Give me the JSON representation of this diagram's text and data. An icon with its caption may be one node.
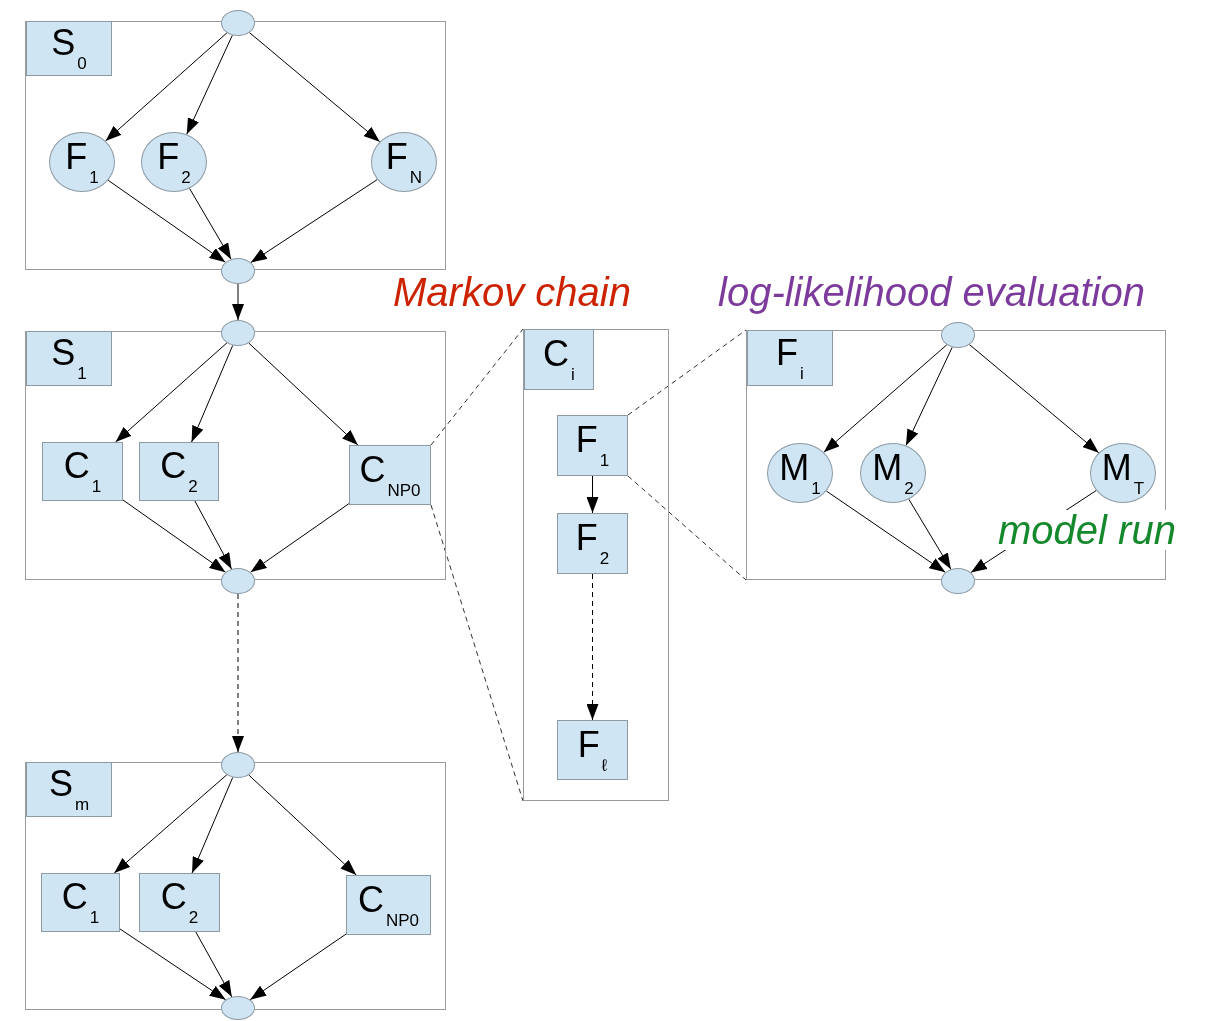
{
  "diagram": {
    "nodes": [
      {
        "text": [],
        "shape": "ellipse"
      },
      {
        "text": [],
        "shape": "box"
      },
      {
        "text": [
          "S$_{0}$"
        ],
        "in": 1
      },
      {
        "text": [
          "F$_{1}$"
        ],
        "in": 1
      },
      {
        "text": [
          "F$_{2}$"
        ],
        "in": 1
      },
      {
        "text": [
          "F$_{N}$"
        ],
        "in": 1
      },
      {
        "text": [],
        "shape": "ellipse"
      },
      {
        "text": [],
        "shape": "ellipse"
      },
      {
        "text": [],
        "shape": "box"
      },
      {
        "text": [
          "S$_{1}$"
        ],
        "in": 8
      },
      {
        "text": [
          "C$_{1}$"
        ],
        "in": 8
      },
      {
        "text": [
          "C$_{2}$"
        ],
        "in": 8
      },
      {
        "text": [
          "C$_{NP0}$"
        ],
        "in": 8
      },
      {
        "text": [],
        "shape": "ellipse"
      },
      {
        "text": [],
        "shape": "ellipse"
      },
      {
        "text": [],
        "shape": "box"
      },
      {
        "text": [
          "S$_{m}$"
        ],
        "in": 15
      },
      {
        "text": [
          "C$_{1}$"
        ],
        "in": 15
      },
      {
        "text": [
          "C$_{2}$"
        ],
        "in": 15
      },
      {
        "text": [
          "C$_{NP0}$"
        ],
        "in": 15
      },
      {
        "text": [],
        "shape": "ellipse"
      },
      {
        "text": [],
        "shape": "box"
      },
      {
        "text": [
          "C$_{i}$"
        ],
        "in": 21
      },
      {
        "text": [
          "F$_{1}$"
        ],
        "in": 21
      },
      {
        "text": [
          "F$_{2}$"
        ],
        "in": 21
      },
      {
        "text": [
          "F$_{ℓ}$"
        ],
        "in": 21
      },
      {
        "text": [],
        "shape": "ellipse"
      },
      {
        "text": [],
        "shape": "box"
      },
      {
        "text": [
          "F$_{i}$"
        ],
        "in": 27
      },
      {
        "text": [
          "M$_{1}$"
        ],
        "in": 27
      },
      {
        "text": [
          "M$_{2}$"
        ],
        "in": 27
      },
      {
        "text": [
          "M$_{T}$"
        ],
        "in": 27
      },
      {
        "text": [],
        "shape": "ellipse"
      }
    ],
    "edges": [
      {
        "from": 0,
        "to": 3,
        "arrow": "to"
      },
      {
        "from": 0,
        "to": 4,
        "arrow": "to"
      },
      {
        "from": 0,
        "to": 5,
        "arrow": "to"
      },
      {
        "from": 3,
        "to": 6,
        "arrow": "to"
      },
      {
        "from": 4,
        "to": 6,
        "arrow": "to"
      },
      {
        "from": 5,
        "to": 6,
        "arrow": "to"
      },
      {
        "from": 6,
        "to": 7,
        "arrow": "to"
      },
      {
        "from": 7,
        "to": 10,
        "arrow": "to"
      },
      {
        "from": 7,
        "to": 11,
        "arrow": "to"
      },
      {
        "from": 7,
        "to": 12,
        "arrow": "to"
      },
      {
        "from": 10,
        "to": 13,
        "arrow": "to"
      },
      {
        "from": 11,
        "to": 13,
        "arrow": "to"
      },
      {
        "from": 12,
        "to": 13,
        "arrow": "to"
      },
      {
        "from": 13,
        "to": 14,
        "arrow": "to",
        "style": "dashed"
      },
      {
        "from": 14,
        "to": 17,
        "arrow": "to"
      },
      {
        "from": 14,
        "to": 18,
        "arrow": "to"
      },
      {
        "from": 14,
        "to": 19,
        "arrow": "to"
      },
      {
        "from": 17,
        "to": 20,
        "arrow": "to"
      },
      {
        "from": 18,
        "to": 20,
        "arrow": "to"
      },
      {
        "from": 19,
        "to": 20,
        "arrow": "to"
      },
      {
        "from": 23,
        "to": 24,
        "arrow": "to"
      },
      {
        "from": 24,
        "to": 25,
        "arrow": "to",
        "style": "dashed"
      },
      {
        "from": 26,
        "to": 29,
        "arrow": "to"
      },
      {
        "from": 26,
        "to": 30,
        "arrow": "to"
      },
      {
        "from": 26,
        "to": 31,
        "arrow": "to"
      },
      {
        "from": 29,
        "to": 32,
        "arrow": "to"
      },
      {
        "from": 30,
        "to": 32,
        "arrow": "to"
      },
      {
        "from": 31,
        "to": 32,
        "arrow": "to"
      },
      {
        "from": 12,
        "to": 21,
        "arrow": "none",
        "style": "dashed"
      },
      {
        "from": 12,
        "to": 21,
        "arrow": "none",
        "style": "dashed"
      },
      {
        "from": 23,
        "to": 27,
        "arrow": "none",
        "style": "dashed"
      },
      {
        "from": 23,
        "to": 27,
        "arrow": "none",
        "style": "dashed"
      }
    ],
    "labels": [
      "Markov chain",
      "log-likelihood evaluation",
      "model run"
    ]
  }
}
